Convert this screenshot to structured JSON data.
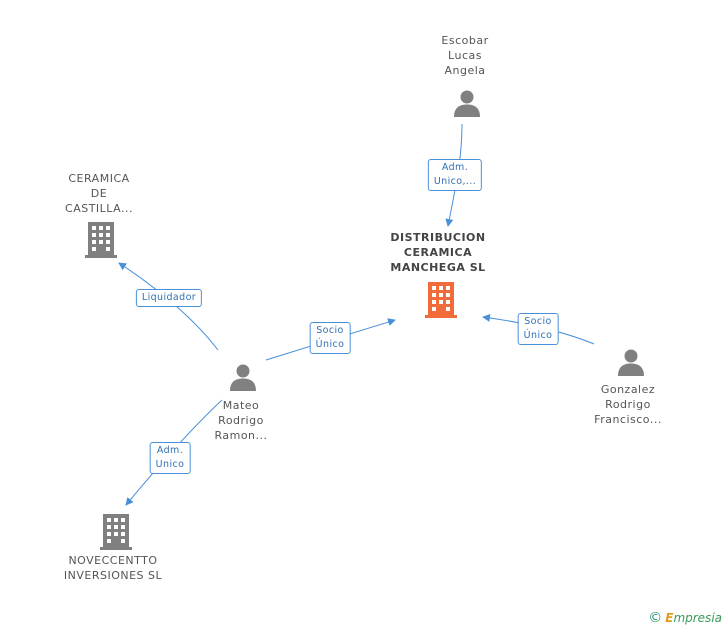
{
  "nodes": {
    "escobar": {
      "lines": [
        "Escobar",
        "Lucas",
        "Angela"
      ]
    },
    "ceramica_castilla": {
      "lines": [
        "CERAMICA",
        "DE",
        "CASTILLA..."
      ]
    },
    "distribucion": {
      "lines": [
        "DISTRIBUCION",
        "CERAMICA",
        "MANCHEGA SL"
      ]
    },
    "mateo": {
      "lines": [
        "Mateo",
        "Rodrigo",
        "Ramon..."
      ]
    },
    "gonzalez": {
      "lines": [
        "Gonzalez",
        "Rodrigo",
        "Francisco..."
      ]
    },
    "noveccentto": {
      "lines": [
        "NOVECCENTTO",
        "INVERSIONES SL"
      ]
    }
  },
  "edges": {
    "escobar_adm": {
      "lines": [
        "Adm.",
        "Unico,..."
      ]
    },
    "mateo_liquidador": {
      "lines": [
        "Liquidador"
      ]
    },
    "mateo_socio": {
      "lines": [
        "Socio",
        "Único"
      ]
    },
    "gonzalez_socio": {
      "lines": [
        "Socio",
        "Único"
      ]
    },
    "mateo_adm": {
      "lines": [
        "Adm.",
        "Unico"
      ]
    }
  },
  "brand": {
    "copyright": "©",
    "initial": "E",
    "rest": "mpresia"
  },
  "colors": {
    "main_company": "#f26b3a",
    "company": "#808080",
    "person": "#808080",
    "edge": "#4a90d9"
  }
}
